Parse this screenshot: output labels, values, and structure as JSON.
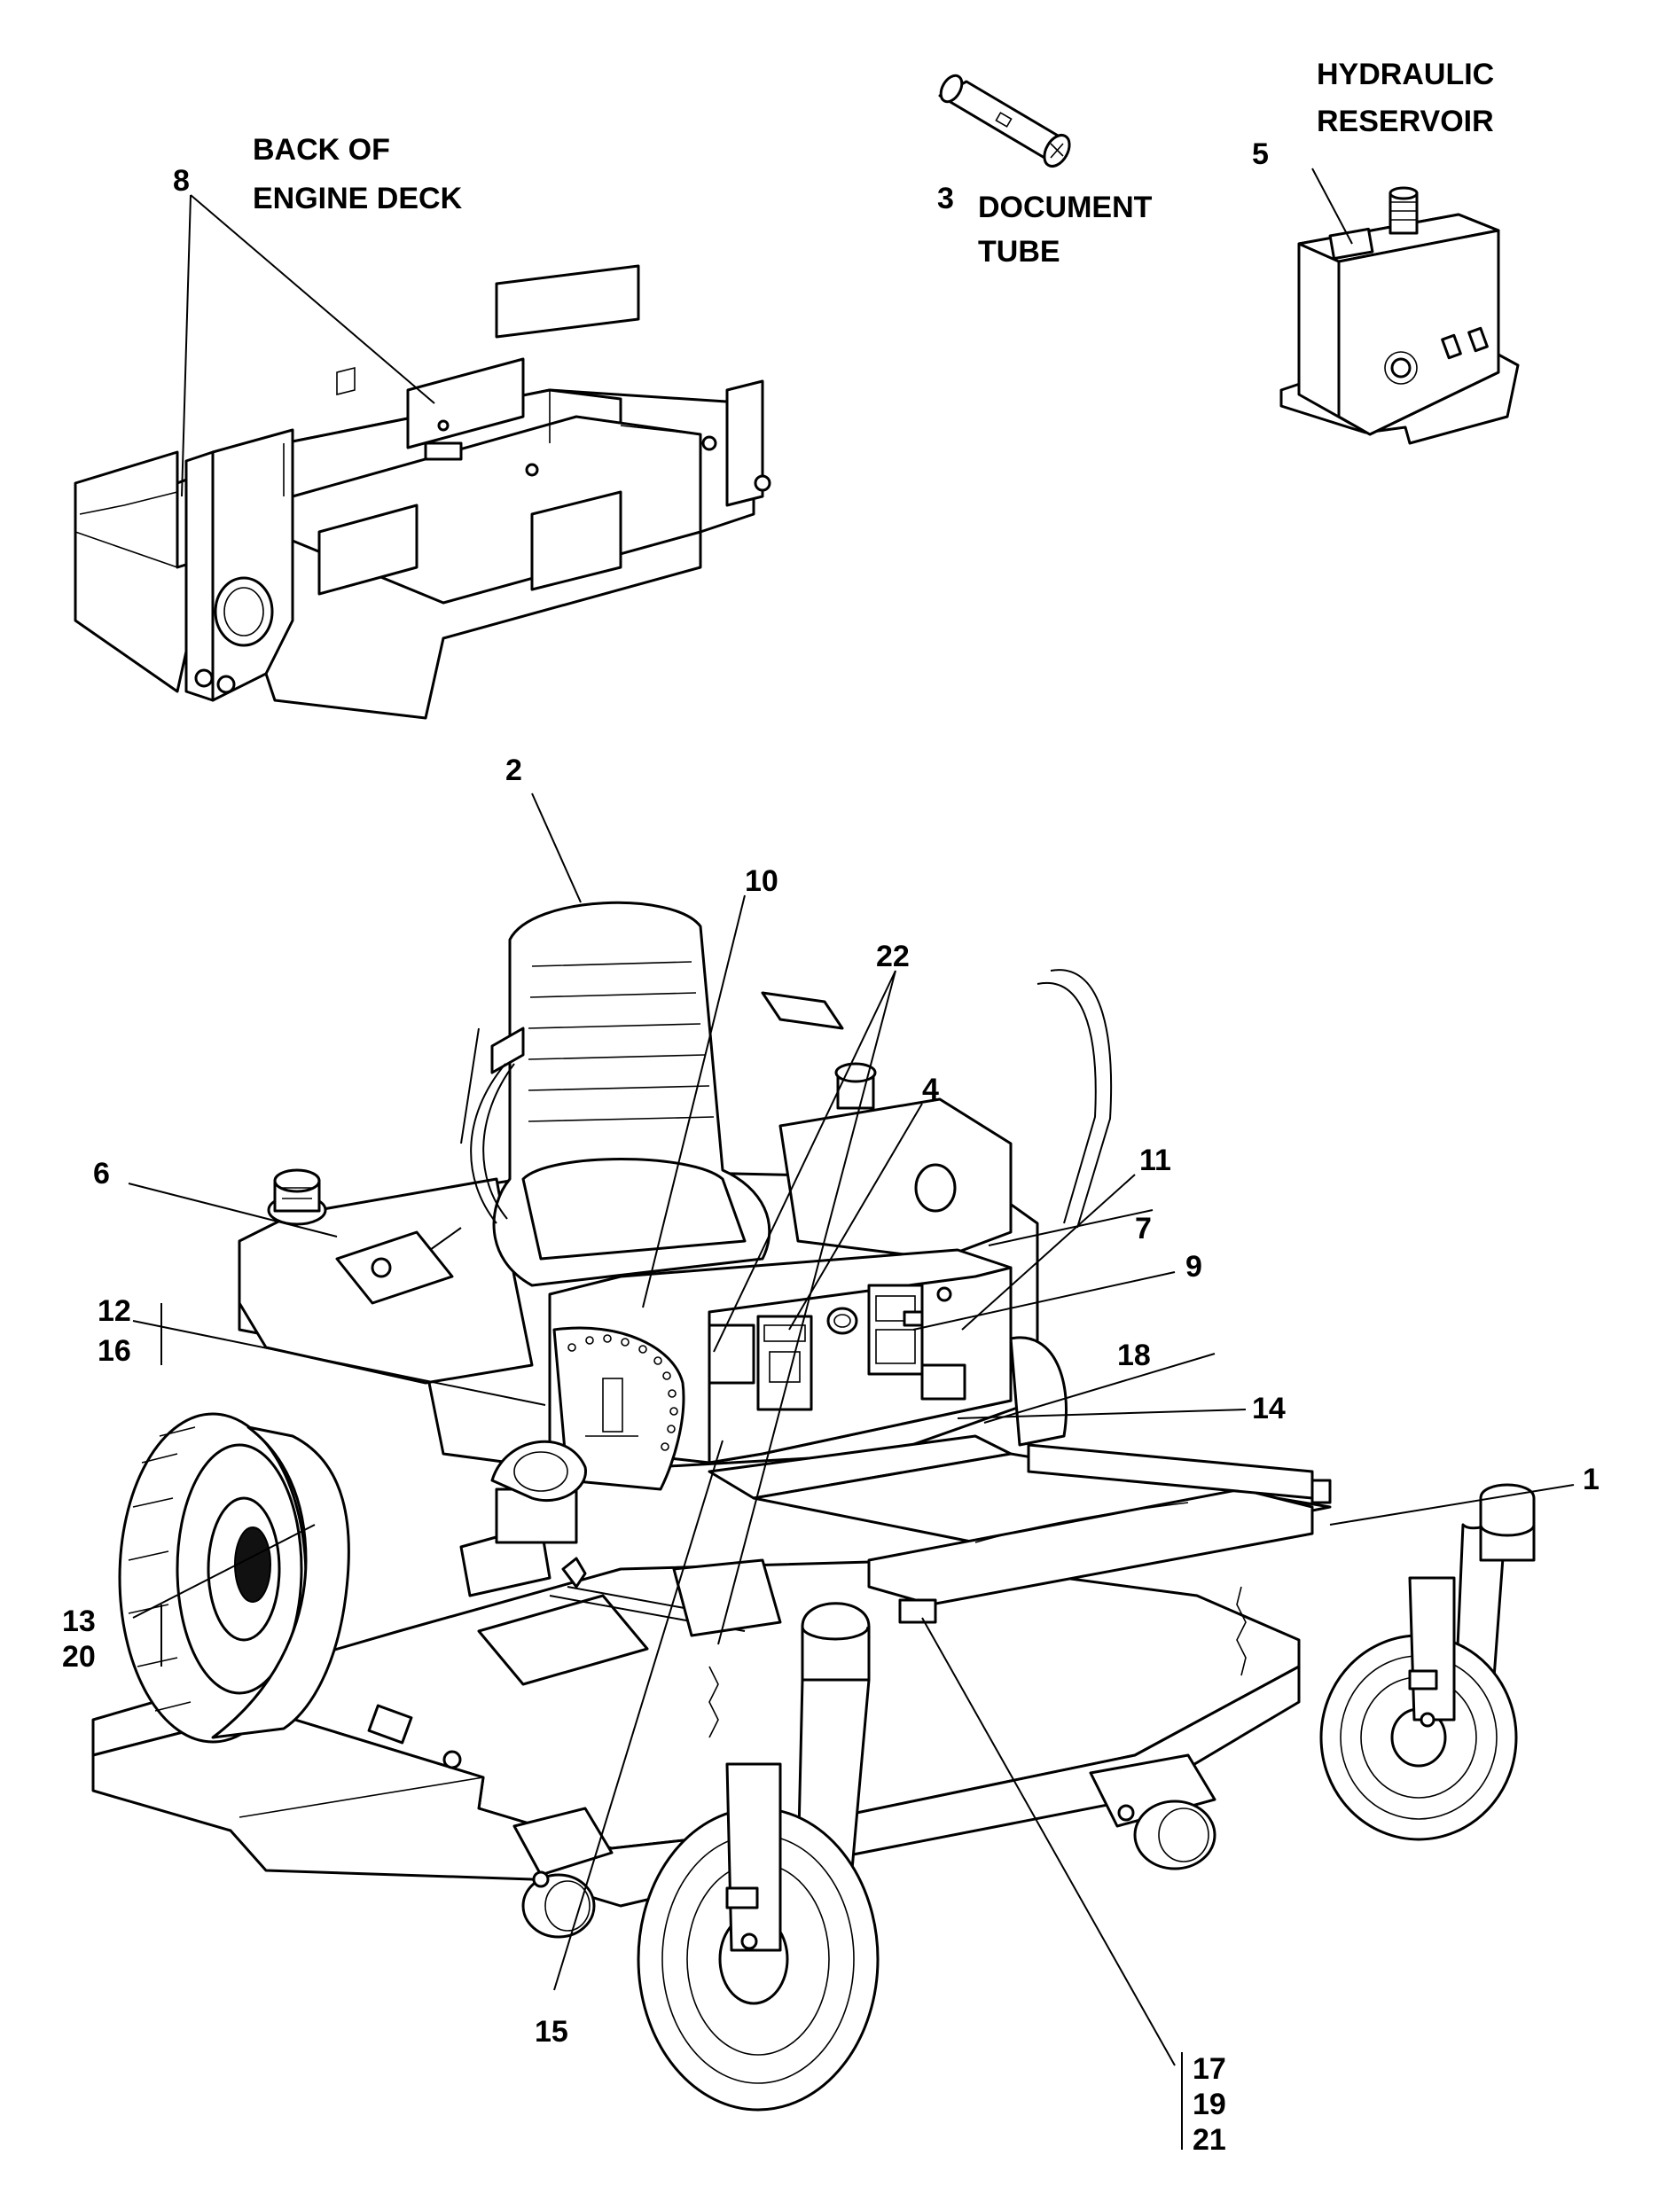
{
  "captions": {
    "engine_deck_line1": "BACK OF",
    "engine_deck_line2": "ENGINE DECK",
    "document_tube_line1": "DOCUMENT",
    "document_tube_line2": "TUBE",
    "hydraulic_line1": "HYDRAULIC",
    "hydraulic_line2": "RESERVOIR"
  },
  "callouts": {
    "c1": "1",
    "c2": "2",
    "c3": "3",
    "c4": "4",
    "c5": "5",
    "c6": "6",
    "c7": "7",
    "c8": "8",
    "c9": "9",
    "c10": "10",
    "c11": "11",
    "c12": "12",
    "c13": "13",
    "c14": "14",
    "c15": "15",
    "c16": "16",
    "c17": "17",
    "c18": "18",
    "c19": "19",
    "c20": "20",
    "c21": "21",
    "c22": "22"
  }
}
